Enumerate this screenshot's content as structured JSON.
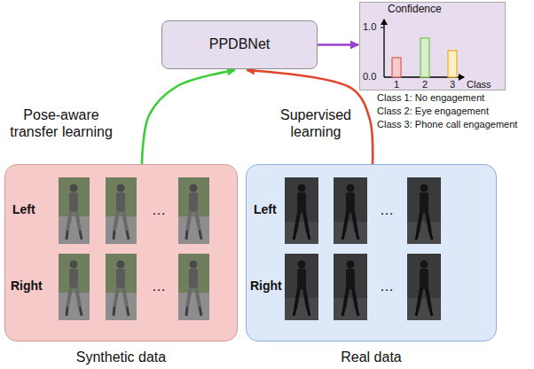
{
  "diagram": {
    "nodes": [
      {
        "text": [
          "PPDBNet"
        ]
      },
      {
        "text": [
          "Confidence",
          "1.0",
          "0.0",
          "1",
          "2",
          "3",
          "Class"
        ]
      },
      {
        "text": [
          "Left",
          "…",
          "Right",
          "…",
          "Synthetic data"
        ]
      },
      {
        "text": [
          "Left",
          "…",
          "Right",
          "…",
          "Real data"
        ]
      }
    ],
    "edges": [
      {
        "from": 2,
        "to": 0,
        "arrow": "to",
        "label": "Pose-aware transfer learning"
      },
      {
        "from": 3,
        "to": 0,
        "arrow": "to",
        "label": "Supervised learning"
      },
      {
        "from": 0,
        "to": 1,
        "arrow": "to"
      }
    ],
    "labels": [
      "Class 1: No engagement",
      "Class 2: Eye engagement",
      "Class 3: Phone call engagement"
    ]
  }
}
